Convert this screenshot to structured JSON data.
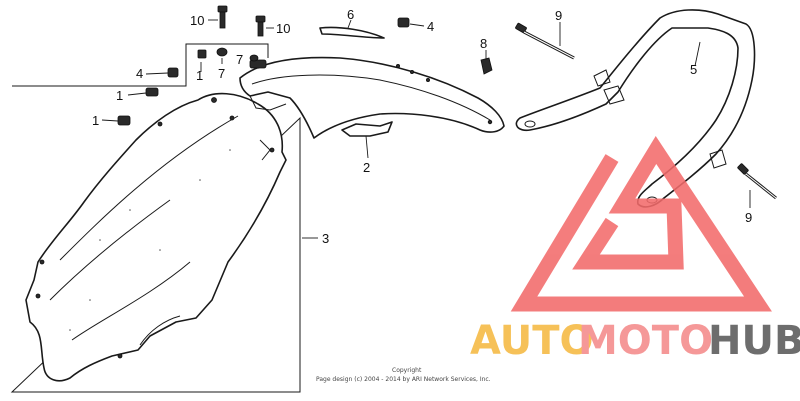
{
  "callouts": [
    {
      "id": "c10a",
      "text": "10"
    },
    {
      "id": "c10b",
      "text": "10"
    },
    {
      "id": "c6",
      "text": "6"
    },
    {
      "id": "c4a",
      "text": "4"
    },
    {
      "id": "c9a",
      "text": "9"
    },
    {
      "id": "c8",
      "text": "8"
    },
    {
      "id": "c4b",
      "text": "4"
    },
    {
      "id": "c1a",
      "text": "1"
    },
    {
      "id": "c7a",
      "text": "7"
    },
    {
      "id": "c7b",
      "text": "7"
    },
    {
      "id": "c1b",
      "text": "1"
    },
    {
      "id": "c1c",
      "text": "1"
    },
    {
      "id": "c5",
      "text": "5"
    },
    {
      "id": "c2",
      "text": "2"
    },
    {
      "id": "c3",
      "text": "3"
    },
    {
      "id": "c9b",
      "text": "9"
    }
  ],
  "copyright": {
    "line1": "Copyright",
    "line2": "Page design (c) 2004 - 2014 by ARI Network Services, Inc."
  },
  "watermark": {
    "text_part1": "AUTO",
    "text_part2": "MOTO",
    "text_part3": "HUB",
    "colors": {
      "triangle": "#f26b6b",
      "auto": "#f5b942",
      "moto": "#f48a8a",
      "hub": "#5a5a5a"
    }
  }
}
